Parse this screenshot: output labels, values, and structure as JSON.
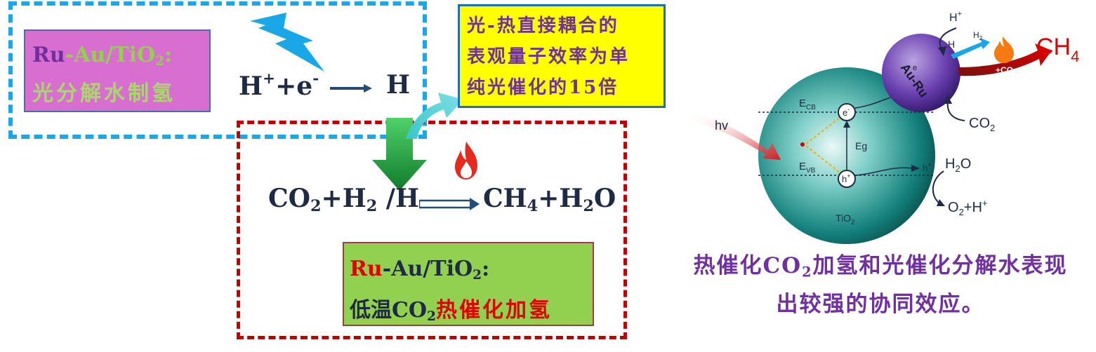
{
  "photo_box": {
    "catalyst": {
      "ru": "Ru",
      "dash": "-",
      "au": "Au/TiO",
      "sub": "2",
      "colon": ":"
    },
    "desc": "光分解水制氢"
  },
  "equation_top": {
    "lhs": "H",
    "sup1": "+",
    "plus": "+e",
    "sup2": "-",
    "rhs": "H"
  },
  "yellow_box": {
    "lines": [
      "光-热直接耦合的",
      "表观量子效率为单",
      "纯光催化的15倍"
    ]
  },
  "equation_main": {
    "co": "CO",
    "sub_co2": "2",
    "plus_h": "+H",
    "sub_h2": "2",
    "slash_h": " /H",
    "ch": "CH",
    "sub_ch4": "4",
    "plus_h2o": "+H",
    "sub_h2o": "2",
    "o": "O"
  },
  "thermal_box": {
    "catalyst": {
      "ru": "Ru",
      "rest": "-Au/TiO",
      "sub": "2",
      "colon": ":"
    },
    "desc": {
      "a": "低温CO",
      "sub": "2",
      "b": "热催化加氢"
    }
  },
  "schematic": {
    "ecb": "E",
    "ecb_sub": "CB",
    "evb": "E",
    "evb_sub": "VB",
    "eg": "Eg",
    "electron": "e",
    "electron_sup": "-",
    "hole": "h",
    "hole_sup": "+",
    "hole_out": "h",
    "hole_out_sup": "+",
    "tio": "TiO",
    "tio_sub": "2",
    "hv": "hv",
    "au_ru": "Au-Ru",
    "e_small": "e",
    "h_plus": "H",
    "h_plus_sup": "+",
    "h_atom": "H",
    "h2": "H",
    "h2_sub": "2",
    "co2_in": "+CO",
    "co2_in_sub": "2",
    "ch4": "CH",
    "ch4_sub": "4",
    "co2": "CO",
    "co2_sub": "2",
    "h2o": "H",
    "h2o_sub": "2",
    "h2o_o": "O",
    "o2": "O",
    "o2_sub": "2",
    "o2_rest": "+H",
    "o2_sup": "+"
  },
  "caption": {
    "a": "热催化CO",
    "sub": "2",
    "b": "加氢和光催化分解水表现",
    "line2": "出较强的协同效应。"
  },
  "colors": {
    "blue_dash": "#1aa7e8",
    "red_dash": "#c00000",
    "pink": "#d86ed0",
    "yellow": "#ffff00",
    "green": "#92d050",
    "caption": "#7030a0"
  }
}
